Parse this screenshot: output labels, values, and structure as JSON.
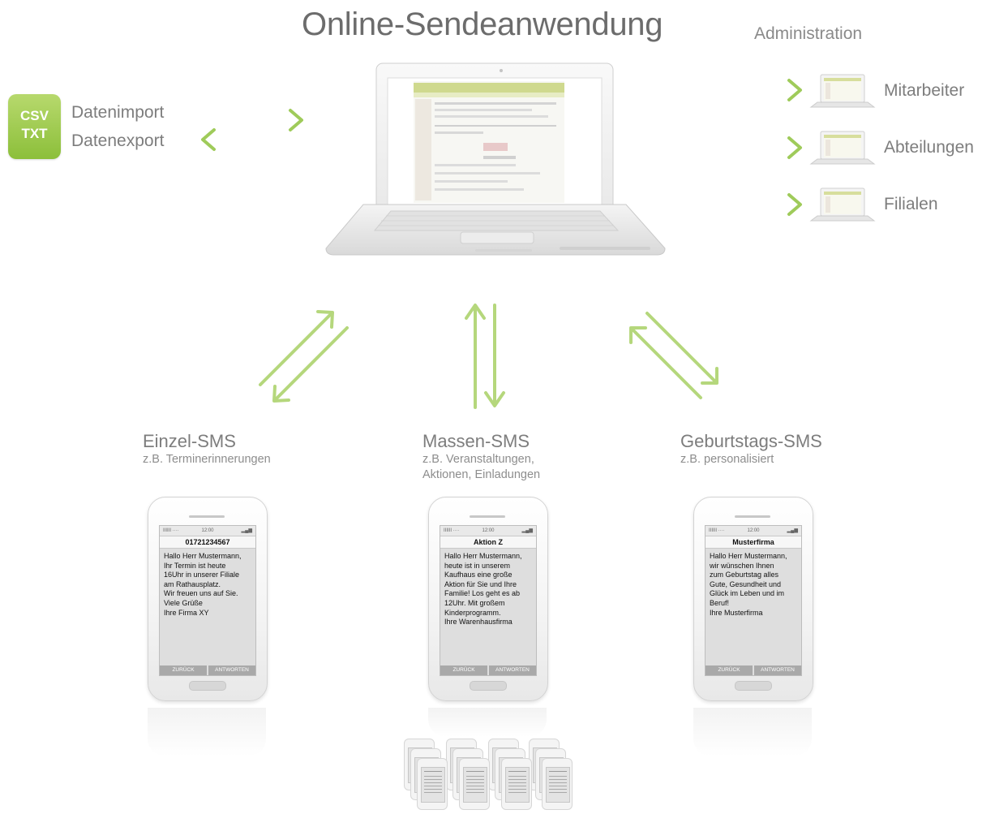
{
  "title": "Online-Sendeanwendung",
  "administration": "Administration",
  "badge": {
    "line1": "CSV",
    "line2": "TXT"
  },
  "data_labels": {
    "import": "Datenimport",
    "export": "Datenexport"
  },
  "admin_targets": [
    "Mitarbeiter",
    "Abteilungen",
    "Filialen"
  ],
  "categories": [
    {
      "title": "Einzel-SMS",
      "subtitle": "z.B. Terminerinnerungen"
    },
    {
      "title": "Massen-SMS",
      "subtitle": "z.B. Veranstaltungen,\nAktionen, Einladungen"
    },
    {
      "title": "Geburtstags-SMS",
      "subtitle": "z.B. personalisiert"
    }
  ],
  "phones": [
    {
      "time": "12:00",
      "header": "01721234567",
      "message": "Hallo Herr Mustermann,\nIhr Termin ist heute\n16Uhr in unserer Filiale\nam Rathausplatz.\nWir freuen uns auf Sie.\nViele Grüße\nIhre Firma XY",
      "back": "ZURÜCK",
      "reply": "ANTWORTEN"
    },
    {
      "time": "12:00",
      "header": "Aktion Z",
      "message": "Hallo Herr Mustermann,\nheute ist in unserem\nKaufhaus  eine große\nAktion für Sie und Ihre\nFamilie! Los geht es ab\n12Uhr. Mit großem\nKinderprogramm.\nIhre Warenhausfirma",
      "back": "ZURÜCK",
      "reply": "ANTWORTEN"
    },
    {
      "time": "12:00",
      "header": "Musterfirma",
      "message": "Hallo Herr Mustermann,\nwir wünschen Ihnen\nzum Geburtstag alles\nGute, Gesundheit und\nGlück im Leben und im\nBeruf!\nIhre Musterfirma",
      "back": "ZURÜCK",
      "reply": "ANTWORTEN"
    }
  ],
  "colors": {
    "arrow": "#a9d06a",
    "badge": "#96c645",
    "text": "#7d7d7d"
  }
}
